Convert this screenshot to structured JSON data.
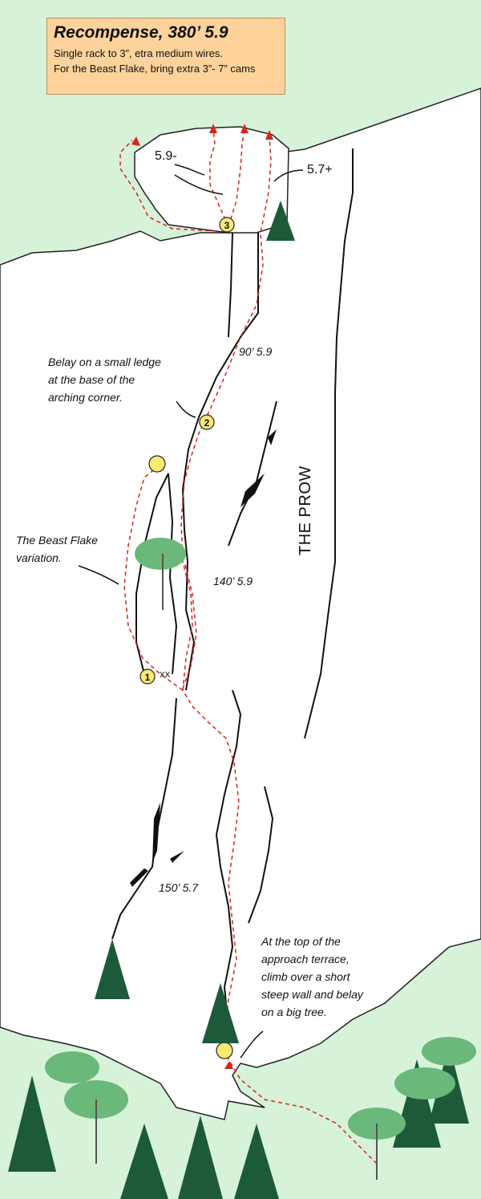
{
  "title": "Recompense, 380’ 5.9",
  "gear": [
    "Single rack to 3”, etra medium wires.",
    "For the Beast Flake, bring extra 3”- 7” cams"
  ],
  "grades": {
    "p3_left": "5.9-",
    "p3_right": "5.7+"
  },
  "pitches": [
    "150’ 5.7",
    "140’ 5.9",
    "90’ 5.9"
  ],
  "notes": {
    "belay2": [
      "Belay on a small ledge",
      "at the base of the",
      "arching corner."
    ],
    "beast": [
      "The Beast Flake",
      "variation."
    ],
    "start": [
      "At the top of the",
      "approach terrace,",
      "climb over a short",
      "steep wall and belay",
      "on a big tree."
    ]
  },
  "belays": [
    "1",
    "2",
    "3"
  ],
  "anchor_mark": "XX",
  "feature": "THE PROW",
  "colors": {
    "rock": "#ffffff",
    "bg": "#d6f2d9",
    "route": "#d9231e",
    "belay": "#fbe972",
    "title_bg": "#fdd39b",
    "tree_dark": "#1d5a3a",
    "tree_light": "#6ab87a"
  }
}
